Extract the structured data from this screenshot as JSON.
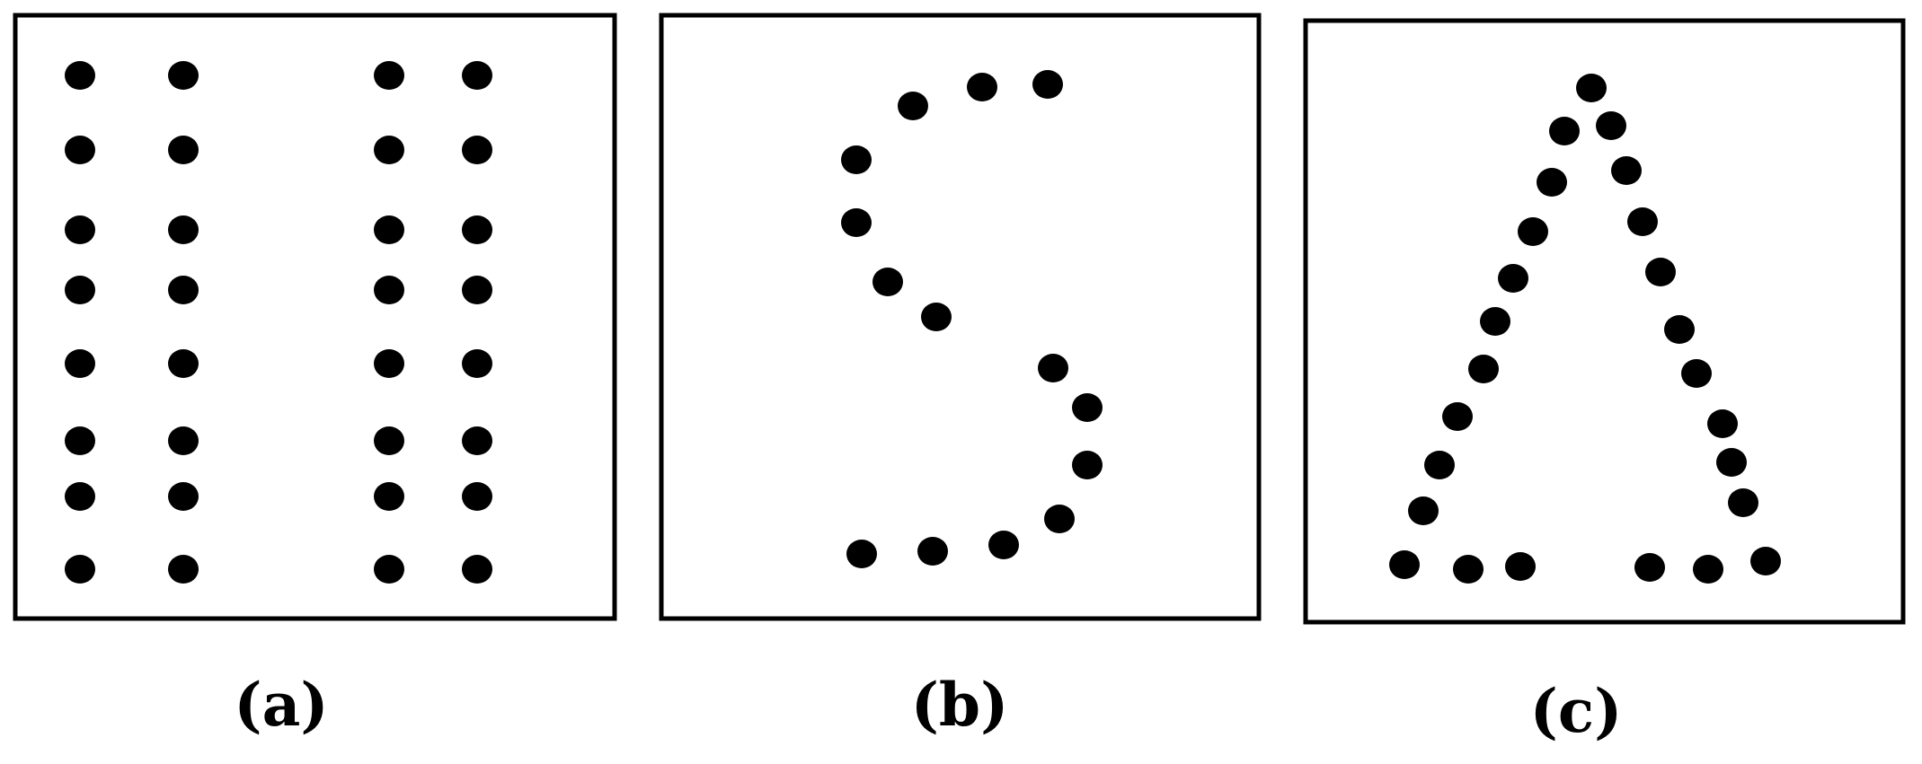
{
  "figure": {
    "background": "#ffffff",
    "ink": "#000000",
    "panels": [
      {
        "id": "a",
        "caption": "(a)",
        "shape": "two double columns of dots",
        "dots": [
          [
            89,
            84
          ],
          [
            204,
            84
          ],
          [
            433,
            84
          ],
          [
            531,
            84
          ],
          [
            89,
            167
          ],
          [
            204,
            167
          ],
          [
            433,
            167
          ],
          [
            531,
            167
          ],
          [
            89,
            256
          ],
          [
            204,
            256
          ],
          [
            433,
            256
          ],
          [
            531,
            256
          ],
          [
            89,
            323
          ],
          [
            204,
            323
          ],
          [
            433,
            323
          ],
          [
            531,
            323
          ],
          [
            89,
            405
          ],
          [
            204,
            405
          ],
          [
            433,
            405
          ],
          [
            531,
            405
          ],
          [
            89,
            491
          ],
          [
            204,
            491
          ],
          [
            433,
            491
          ],
          [
            531,
            491
          ],
          [
            89,
            553
          ],
          [
            204,
            553
          ],
          [
            433,
            553
          ],
          [
            531,
            553
          ],
          [
            89,
            634
          ],
          [
            204,
            634
          ],
          [
            433,
            634
          ],
          [
            531,
            634
          ]
        ]
      },
      {
        "id": "b",
        "caption": "(b)",
        "shape": "dotted S",
        "dots": [
          [
            1016,
            118
          ],
          [
            1093,
            97
          ],
          [
            1166,
            94
          ],
          [
            953,
            178
          ],
          [
            953,
            248
          ],
          [
            988,
            314
          ],
          [
            1042,
            353
          ],
          [
            1172,
            410
          ],
          [
            1210,
            454
          ],
          [
            1210,
            518
          ],
          [
            1179,
            578
          ],
          [
            1117,
            607
          ],
          [
            1038,
            614
          ],
          [
            959,
            617
          ]
        ]
      },
      {
        "id": "c",
        "caption": "(c)",
        "shape": "dotted triangle",
        "dots": [
          [
            1771,
            98
          ],
          [
            1741,
            146
          ],
          [
            1793,
            140
          ],
          [
            1727,
            203
          ],
          [
            1810,
            190
          ],
          [
            1706,
            258
          ],
          [
            1828,
            247
          ],
          [
            1684,
            310
          ],
          [
            1848,
            303
          ],
          [
            1664,
            358
          ],
          [
            1869,
            367
          ],
          [
            1651,
            411
          ],
          [
            1888,
            416
          ],
          [
            1622,
            464
          ],
          [
            1917,
            472
          ],
          [
            1602,
            518
          ],
          [
            1927,
            515
          ],
          [
            1584,
            569
          ],
          [
            1940,
            560
          ],
          [
            1563,
            629
          ],
          [
            1634,
            634
          ],
          [
            1692,
            631
          ],
          [
            1836,
            632
          ],
          [
            1901,
            634
          ],
          [
            1965,
            625
          ]
        ]
      }
    ]
  }
}
